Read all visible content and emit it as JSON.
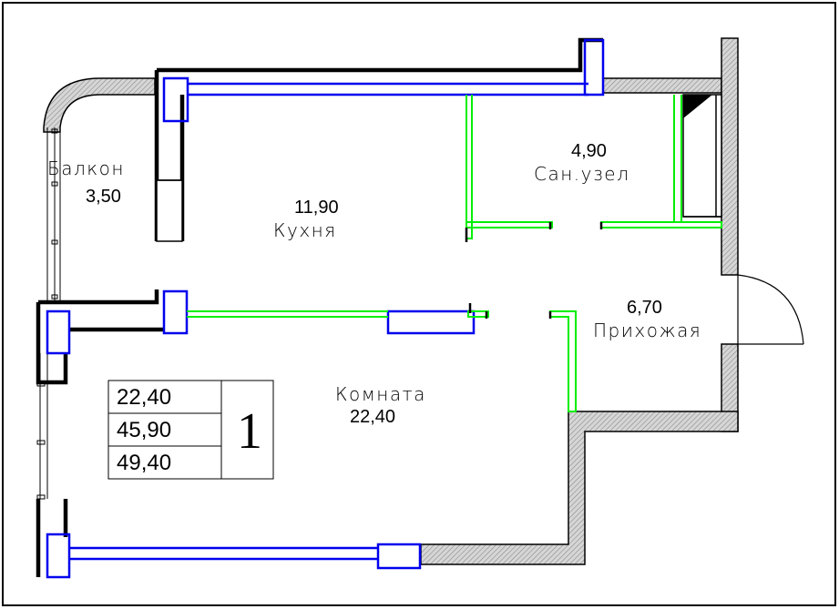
{
  "rooms": {
    "balcony": {
      "name": "Балкон",
      "area": "3,50"
    },
    "kitchen": {
      "name": "Кухня",
      "area": "11,90"
    },
    "bathroom": {
      "name": "Сан.узел",
      "area": "4,90"
    },
    "hallway": {
      "name": "Прихожая",
      "area": "6,70"
    },
    "room": {
      "name": "Комната",
      "area": "22,40"
    }
  },
  "summary": {
    "living_area": "22,40",
    "total_area": "45,90",
    "total_with_balcony": "49,40",
    "room_count": "1"
  },
  "colors": {
    "window": "#0000ee",
    "partition": "#00ee00",
    "wall": "#000000",
    "wall_hatch": "#808080",
    "background": "#ffffff"
  }
}
